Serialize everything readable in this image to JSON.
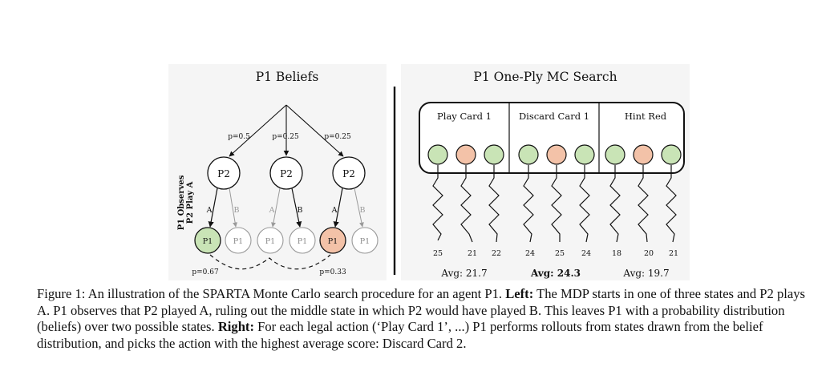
{
  "figure": {
    "left": {
      "title": "P1 Beliefs",
      "side_label_line1": "P1 Observes",
      "side_label_line2": "P2 Play A",
      "root_probs": [
        "p=0.5",
        "p=0.25",
        "p=0.25"
      ],
      "p2_nodes": [
        "P2",
        "P2",
        "P2"
      ],
      "edge_labels": [
        "A",
        "B",
        "A",
        "B",
        "A",
        "B"
      ],
      "leaves": [
        "P1",
        "P1",
        "P1",
        "P1",
        "P1",
        "P1"
      ],
      "bottom_probs": [
        "p=0.67",
        "p=0.33"
      ]
    },
    "right": {
      "title": "P1 One-Ply MC Search",
      "actions": [
        "Play Card 1",
        "Discard Card 1",
        "Hint Red"
      ],
      "scores": [
        "25",
        "21",
        "22",
        "24",
        "25",
        "24",
        "18",
        "20",
        "21"
      ],
      "averages": [
        {
          "label": "Avg: ",
          "value": "21.7"
        },
        {
          "label": "Avg: ",
          "value": "24.3"
        },
        {
          "label": "Avg: ",
          "value": "19.7"
        }
      ]
    },
    "colors": {
      "green_state": "#c9e4b6",
      "salmon_state": "#f3c2a8",
      "panel_bg": "#f5f5f5",
      "grey_node": "#9a9a9a"
    }
  },
  "caption": {
    "label": "Figure 1:",
    "part1": " An illustration of the SPARTA Monte Carlo search procedure for an agent P1. ",
    "left_label": "Left:",
    "part2": " The MDP starts in one of three states and P2 plays A. P1 observes that P2 played A, ruling out the middle state in which P2 would have played B. This leaves P1 with a probability distribution (beliefs) over two possible states. ",
    "right_label": "Right:",
    "part3": " For each legal action (‘Play Card 1’, ...) P1 performs rollouts from states drawn from the belief distribution, and picks the action with the highest average score: Discard Card 2."
  }
}
